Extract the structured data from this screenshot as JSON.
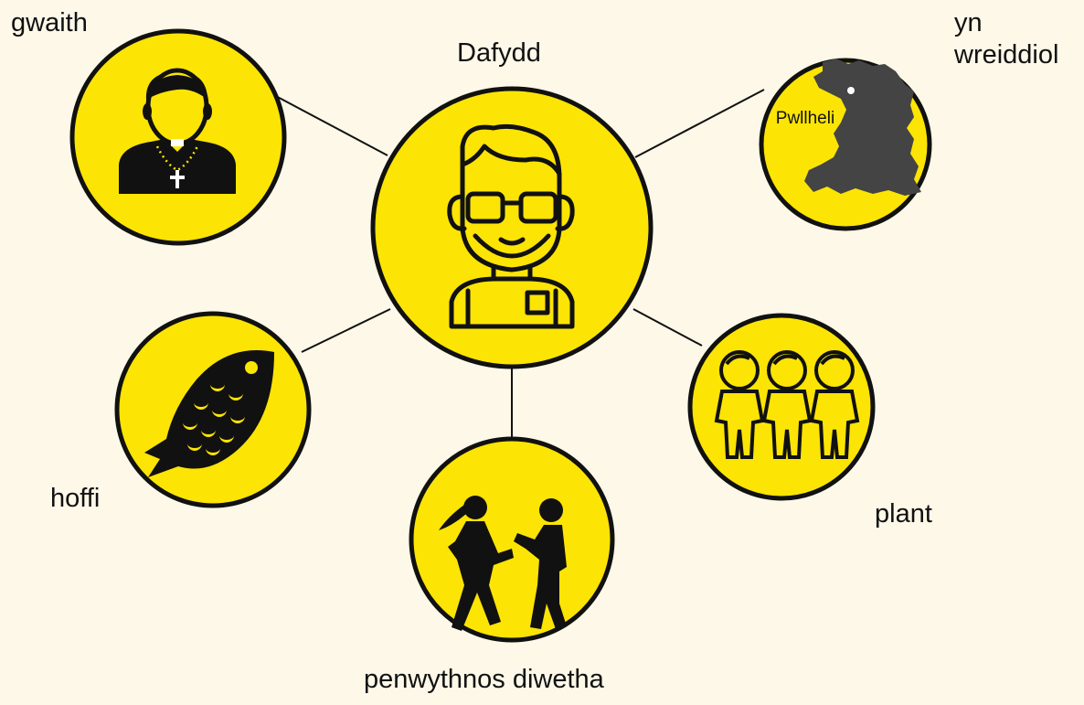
{
  "center": {
    "name": "Dafydd"
  },
  "nodes": {
    "work": {
      "label": "gwaith"
    },
    "origin": {
      "label_line1": "yn",
      "label_line2": "wreiddiol",
      "place": "Pwllheli"
    },
    "likes": {
      "label": "hoffi"
    },
    "children": {
      "label": "plant"
    },
    "weekend": {
      "label": "penwythnos diwetha"
    }
  },
  "colors": {
    "background": "#fdf8e8",
    "circle_fill": "#fce404",
    "outline": "#111111",
    "map_fill": "#444444"
  },
  "icons": {
    "center": "man-with-glasses-icon",
    "work": "priest-icon",
    "origin": "wales-map-icon",
    "likes": "fish-icon",
    "children": "three-children-icon",
    "weekend": "dancing-couple-icon"
  }
}
